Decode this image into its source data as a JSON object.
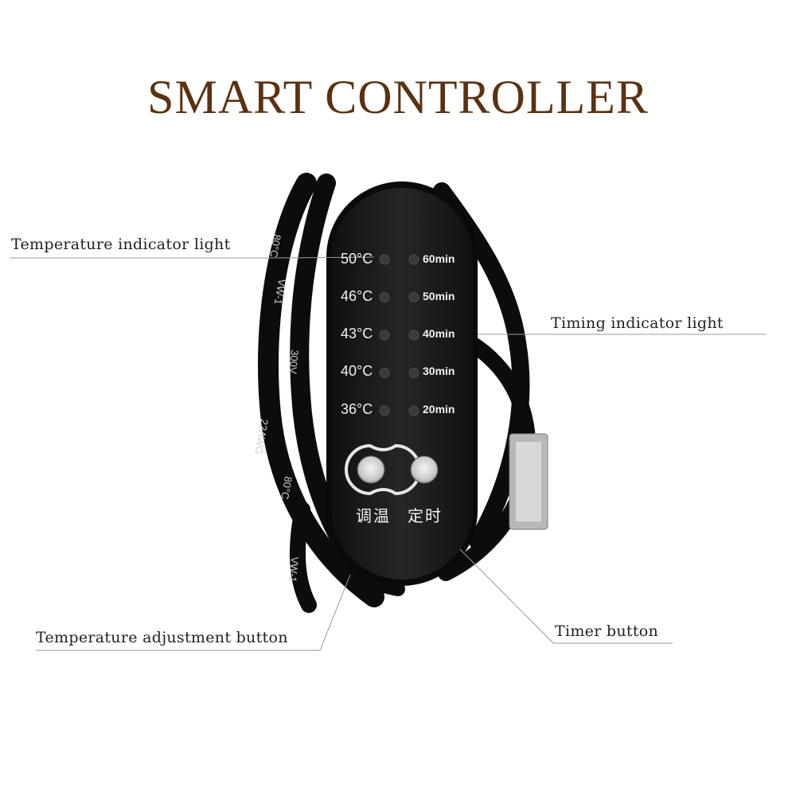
{
  "title": "SMART CONTROLLER",
  "callouts": {
    "temperature_indicator_light": "Temperature indicator light",
    "timing_indicator_light": "Timing indicator light",
    "temperature_adjustment_button": "Temperature adjustment button",
    "timer_button": "Timer button"
  },
  "panel": {
    "temperatures": [
      "50°C",
      "46°C",
      "43°C",
      "40°C",
      "36°C"
    ],
    "timers": [
      "60min",
      "50min",
      "40min",
      "30min",
      "20min"
    ],
    "button_labels": [
      "调温",
      "定时"
    ]
  },
  "cable_print": [
    "80°C",
    "VW-1",
    "300V",
    "22AWG",
    "80°C",
    "VW-1"
  ],
  "colors": {
    "title": "#5a3210",
    "panel_body": "#1b1b1b",
    "cable": "#0c0c0c",
    "panel_text": "#f2f2f2",
    "callout_line": "#9a9a9a"
  }
}
